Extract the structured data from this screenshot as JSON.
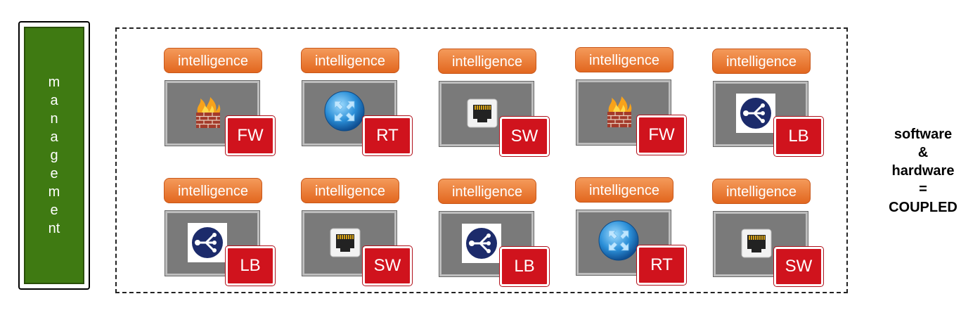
{
  "management": {
    "label": "management"
  },
  "intelligence_label": "intelligence",
  "devices": [
    {
      "tag": "FW",
      "icon": "firewall-icon"
    },
    {
      "tag": "RT",
      "icon": "router-icon"
    },
    {
      "tag": "SW",
      "icon": "switch-port-icon"
    },
    {
      "tag": "FW",
      "icon": "firewall-icon"
    },
    {
      "tag": "LB",
      "icon": "load-balancer-icon"
    },
    {
      "tag": "LB",
      "icon": "load-balancer-icon"
    },
    {
      "tag": "SW",
      "icon": "switch-port-icon"
    },
    {
      "tag": "LB",
      "icon": "load-balancer-icon"
    },
    {
      "tag": "RT",
      "icon": "router-icon"
    },
    {
      "tag": "SW",
      "icon": "switch-port-icon"
    }
  ],
  "caption": {
    "line1": "software",
    "line2": "&",
    "line3": "hardware",
    "line4": "=",
    "line5": "COUPLED"
  },
  "colors": {
    "management_green": "#3f7a12",
    "intelligence_orange": "#e2671f",
    "tag_red": "#d0131d",
    "screen_gray": "#7a7a7a"
  }
}
